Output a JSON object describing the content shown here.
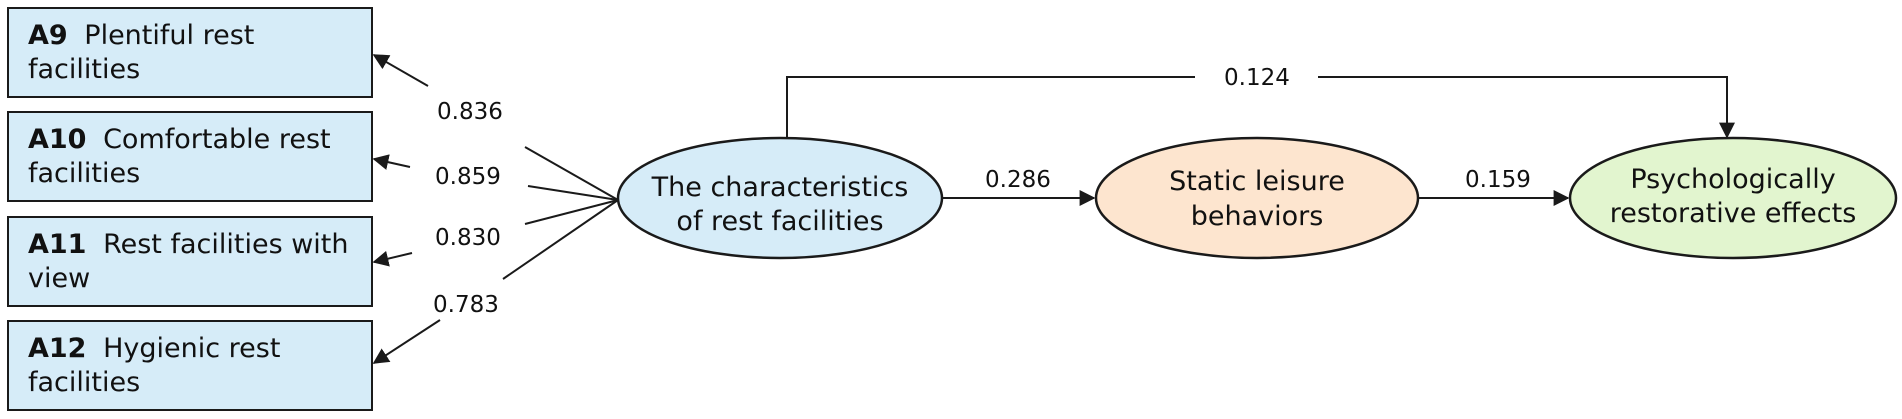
{
  "indicators": [
    {
      "code": "A9",
      "line1": "Plentiful rest",
      "line2": "facilities"
    },
    {
      "code": "A10",
      "line1": "Comfortable rest",
      "line2": "facilities"
    },
    {
      "code": "A11",
      "line1": "Rest facilities with",
      "line2": "view"
    },
    {
      "code": "A12",
      "line1": "Hygienic rest",
      "line2": "facilities"
    }
  ],
  "loadings": [
    "0.836",
    "0.859",
    "0.830",
    "0.783"
  ],
  "nodes": {
    "latent": {
      "line1": "The characteristics",
      "line2": "of rest facilities",
      "fill": "#d6ecf8"
    },
    "mediator": {
      "line1": "Static leisure",
      "line2": "behaviors",
      "fill": "#fde5cf"
    },
    "outcome": {
      "line1": "Psychologically",
      "line2": "restorative effects",
      "fill": "#e2f5cf"
    }
  },
  "paths": {
    "latent_to_mediator": "0.286",
    "mediator_to_outcome": "0.159",
    "latent_to_outcome": "0.124"
  },
  "colors": {
    "indicator_fill": "#d6ecf8",
    "stroke": "#1a1a1a"
  }
}
